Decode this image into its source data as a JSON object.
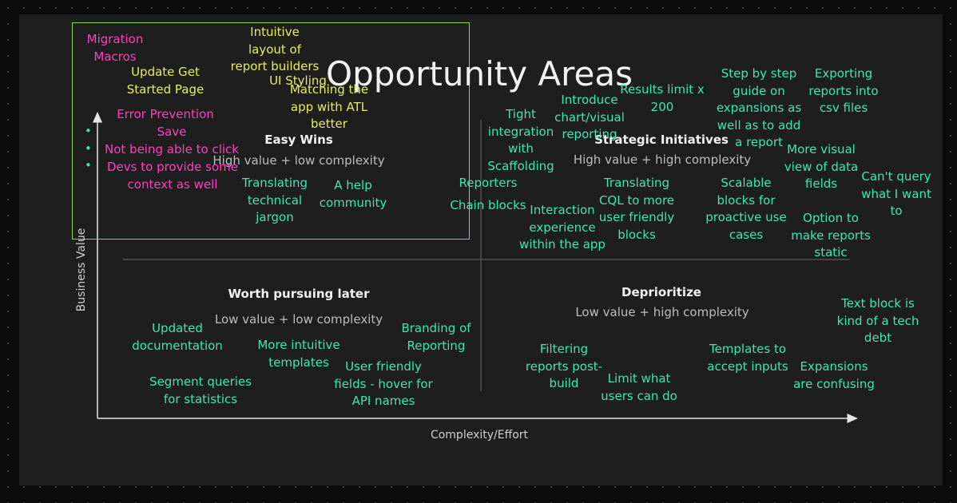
{
  "title": "Opportunity Areas",
  "axes": {
    "y_label": "Business Value",
    "x_label": "Complexity/Effort"
  },
  "quadrants": {
    "easy_wins": {
      "heading": "Easy Wins",
      "subtitle": "High value + low complexity"
    },
    "strategic": {
      "heading": "Strategic Initiatives",
      "subtitle": "High value + high complexity"
    },
    "later": {
      "heading": "Worth pursuing later",
      "subtitle": "Low value + low complexity"
    },
    "deprioritize": {
      "heading": "Deprioritize",
      "subtitle": "Low value + high complexity"
    }
  },
  "easy_wins_notes": {
    "migration_macros": "Migration\nMacros",
    "update_get_started": "Update Get\nStarted Page",
    "intuitive_layout": "Intuitive\nlayout of\nreport builders",
    "ui_styling": "UI Styling",
    "matching_app": "Matching the\napp with ATL\nbetter",
    "error_prevention": "Error Prevention",
    "save": "Save",
    "not_click": "Not being able to click",
    "devs_context": "Devs to provide some\ncontext as well",
    "translating_jargon": "Translating\ntechnical\njargon",
    "help_community": "A help\ncommunity"
  },
  "strategic_notes": {
    "tight_integration": "Tight\nintegration\nwith\nScaffolding",
    "reporters": "Reporters",
    "chain_blocks": "Chain blocks",
    "chart_reporting": "Introduce\nchart/visual\nreporting",
    "results_limit": "Results limit x\n200",
    "step_guide": "Step by step\nguide on\nexpansions as\nwell as to add\na report",
    "exporting": "Exporting\nreports into\ncsv files",
    "visual_fields": "More visual\nview of data\nfields",
    "cant_query": "Can't query\nwhat I want\nto",
    "interaction": "Interaction\nexperience\nwithin the app",
    "translating_cql": "Translating\nCQL to more\nuser friendly\nblocks",
    "scalable_blocks": "Scalable\nblocks for\nproactive use\ncases",
    "static_reports": "Option to\nmake reports\nstatic"
  },
  "later_notes": {
    "updated_docs": "Updated\ndocumentation",
    "intuitive_templates": "More intuitive\ntemplates",
    "branding": "Branding of\nReporting",
    "segment_queries": "Segment queries\nfor statistics",
    "user_friendly_fields": "User friendly\nfields - hover for\nAPI names"
  },
  "deprioritize_notes": {
    "filtering": "Filtering\nreports post-\nbuild",
    "limit_users": "Limit what\nusers can do",
    "templates_inputs": "Templates to\naccept inputs",
    "text_block": "Text block is\nkind of a tech\ndebt",
    "expansions": "Expansions\nare confusing"
  },
  "colors": {
    "note_green": "#3ee6b2",
    "note_magenta": "#ff3fbf",
    "note_yellow": "#e3ee5c",
    "box_border": "#8ed93a"
  }
}
